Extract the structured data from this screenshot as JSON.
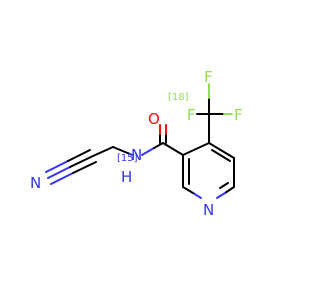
{
  "molecule": {
    "atoms": {
      "n_nitrile": "N",
      "n_amide": "N",
      "n_amide_h": "H",
      "n_amide_isotope": "[15]",
      "o_carbonyl": "O",
      "n_ring": "N",
      "f_top": "F",
      "f_right": "F",
      "f_left": "F",
      "f_left_isotope": "[18]"
    },
    "colors": {
      "bond": "#000000",
      "nitrogen": "#3333ff",
      "oxygen": "#ff0d0d",
      "fluorine": "#90e050",
      "background": "#ffffff"
    }
  }
}
